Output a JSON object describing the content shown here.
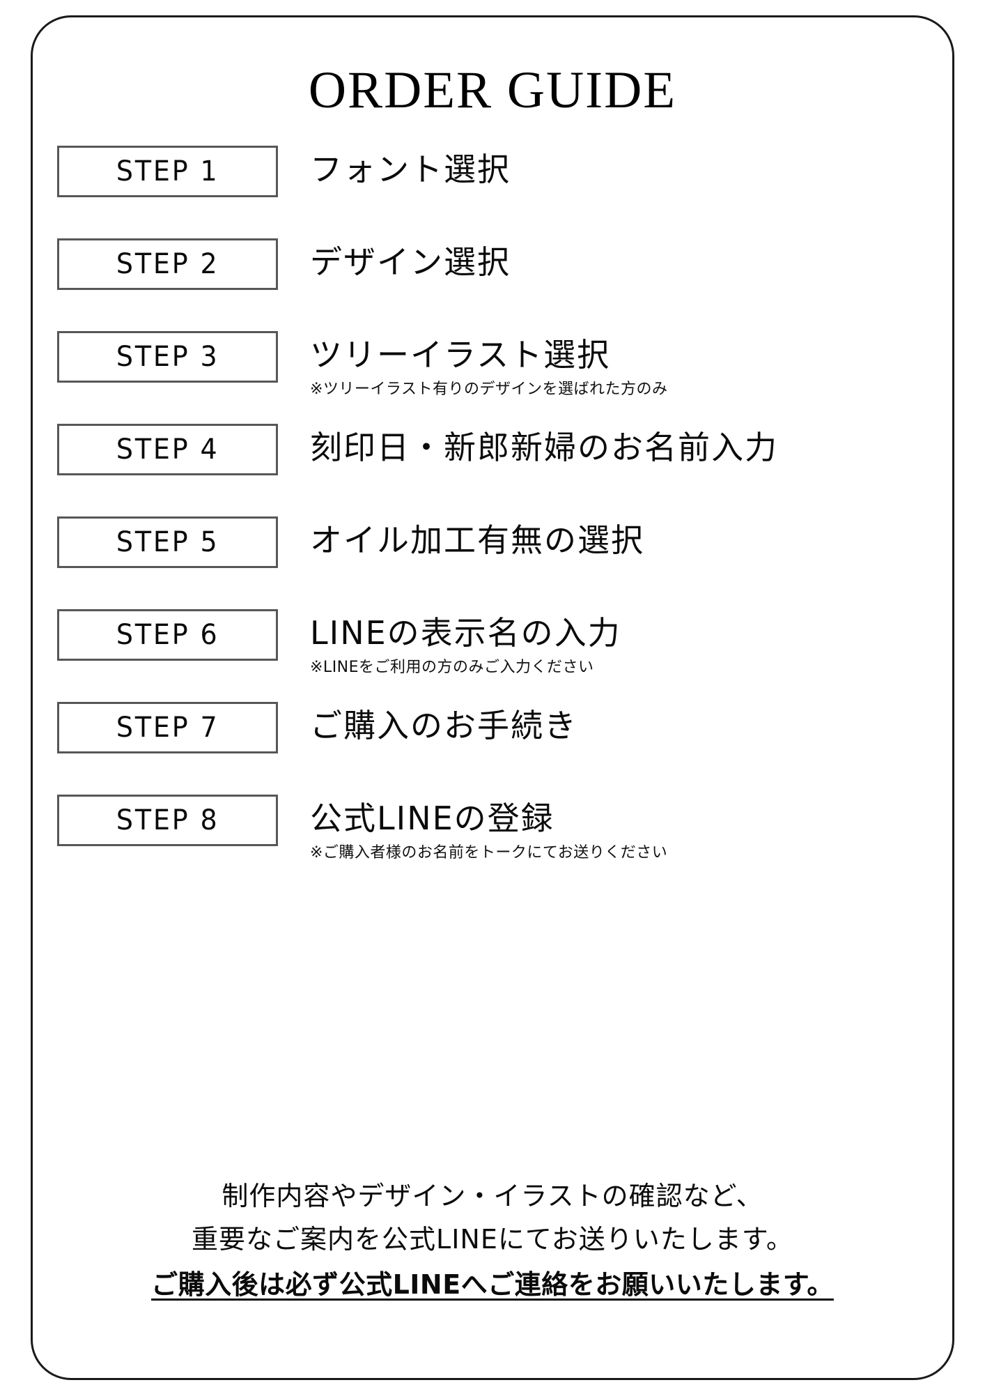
{
  "card": {
    "title": "ORDER GUIDE"
  },
  "steps": [
    {
      "badge": "STEP 1",
      "label": "フォント選択",
      "note": ""
    },
    {
      "badge": "STEP 2",
      "label": "デザイン選択",
      "note": ""
    },
    {
      "badge": "STEP 3",
      "label": "ツリーイラスト選択",
      "note": "※ツリーイラスト有りのデザインを選ばれた方のみ"
    },
    {
      "badge": "STEP 4",
      "label": "刻印日・新郎新婦のお名前入力",
      "note": ""
    },
    {
      "badge": "STEP 5",
      "label": "オイル加工有無の選択",
      "note": ""
    },
    {
      "badge": "STEP 6",
      "label": "LINEの表示名の入力",
      "note": "※LINEをご利用の方のみご入力ください"
    },
    {
      "badge": "STEP 7",
      "label": "ご購入のお手続き",
      "note": ""
    },
    {
      "badge": "STEP 8",
      "label": "公式LINEの登録",
      "note": "※ご購入者様のお名前をトークにてお送りください"
    }
  ],
  "footer": {
    "line1": "制作内容やデザイン・イラストの確認など、",
    "line2": "重要なご案内を公式LINEにてお送りいたします。",
    "line3": "ご購入後は必ず公式LINEへご連絡をお願いいたします。"
  },
  "colors": {
    "card_border": "#1a1a1a",
    "step_box_border": "#575757",
    "text": "#0b0b0b",
    "background": "#ffffff"
  }
}
